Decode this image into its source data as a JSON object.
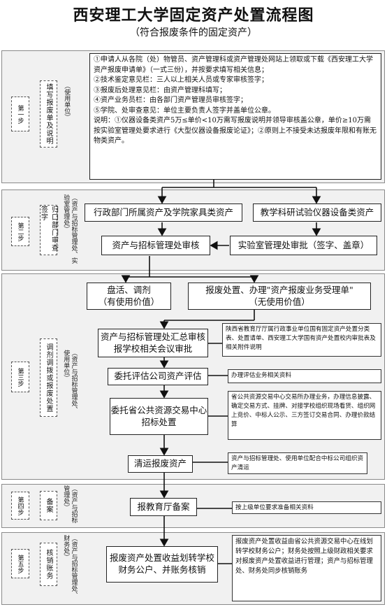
{
  "title": "西安理工大学固定资产处置流程图",
  "subtitle": "（符合报废条件的固定资产）",
  "step1": {
    "step": "第一步",
    "label": "填写报废单及说明",
    "unit": "（使用单位）",
    "lines": [
      "①申请人从各院（处）物管员、资产管理科或资产管理处网站上领取或下载《西安理工大学资产报废申请单》（一式三份），并按要求填写相关信息；",
      "②技术鉴定意见栏：三人以上相关人员或专家审核签字；",
      "③报废后处理意见栏：由资产管理科填写；",
      "④资产业务员栏：由各部门资产管理员审核签字；",
      "⑤学院、处审查意见：单位主要负责人签字并盖单位公章。",
      "说明：①仪器设备类资产5万≤单价<10万需写报废说明并领导审核盖公章，单价≥10万需按实验室管理处要求进行《大型仪器设备报废论证》；②原则上不接受未达报废年限和有账无物类资产。"
    ]
  },
  "step2": {
    "step": "第二步",
    "label": "归口部门审查签字",
    "unit": "（资产与招标管理处、实验室管理处）",
    "box_left": "行政部门所属资产及学院家具类资产",
    "box_right": "教学科研试验仪器设备类资产",
    "box_review": "资产与招标管理处审核",
    "box_lab": "实验室管理处审批（签字、盖章）"
  },
  "step3": {
    "step": "第三步",
    "label": "调剂调拨或报废处置",
    "unit": "（资产与招标管理处、使用单位）",
    "box_reuse": "盘活、调剂\n（有使用价值）",
    "box_scrap": "报废处置、办理\"资产报废业务受理单\"\n（无使用价值）",
    "box_summary": "资产与招标管理处汇总审核报学校相关会议审批",
    "note_summary": "陕西省教育厅厅属行政事业单位国有固定资产处置分类表、处置请单、西安理工大学国有资产处置校内审批表及相关附件说明",
    "box_eval": "委托评估公司资产评估",
    "note_eval": "办理评估业务相关资料",
    "box_trade": "委托省公共资源交易中心招标处置",
    "note_trade": "省公共资源交易中心交易所办理业务，办理信息披露、确定交易方式、挂牌、对接学校组织现场看货、组织网上竞价、中标人公示、三方签订交易合同、办理价款结算",
    "box_clear": "清运报废资产",
    "note_clear": "资产与招标管理处、使用单位配合中标公司组织资产清运"
  },
  "step4": {
    "step": "第四步",
    "label": "备案",
    "unit": "（资产与招标管理处）",
    "box": "报教育厅备案",
    "note": "按上级单位要求准备相关资料"
  },
  "step5": {
    "step": "第五步",
    "label": "核销账务",
    "unit": "（资产与招标管理处、财务处）",
    "box": "报废资产处置收益划转学校财务公户、并账务核销",
    "note": "报废资产处置收益由省公共资源交易中心在线划转学校财务公户；财务处按照上级财政相关要求对报废资产处置收益进行管理；资产与招标管理处、财务处同步核销账务"
  }
}
